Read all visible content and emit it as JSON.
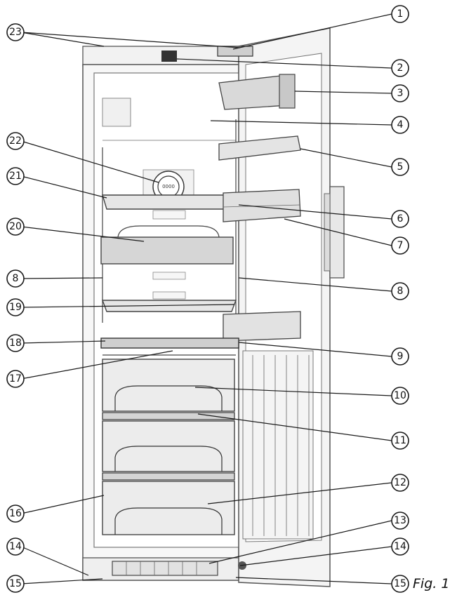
{
  "figure": {
    "caption": "Fig. 1",
    "callouts": [
      "1",
      "2",
      "3",
      "4",
      "5",
      "6",
      "7",
      "8",
      "9",
      "10",
      "11",
      "12",
      "13",
      "14",
      "15",
      "16",
      "17",
      "18",
      "19",
      "20",
      "21",
      "22",
      "23"
    ],
    "callout_left_8": "8",
    "callout_left_14": "14",
    "callout_left_15": "15",
    "shelf_label_num": "0000"
  }
}
